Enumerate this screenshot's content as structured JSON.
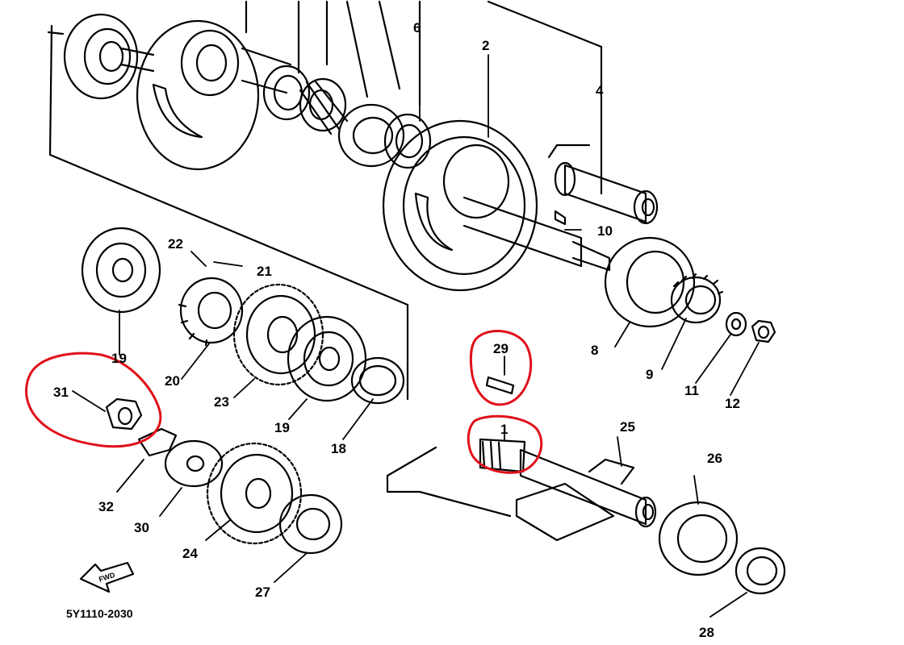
{
  "diagram": {
    "code": "5Y1110-2030",
    "fwd_label": "FWD",
    "labels": [
      "1",
      "2",
      "4",
      "6",
      "8",
      "9",
      "10",
      "11",
      "12",
      "18",
      "19",
      "19",
      "20",
      "21",
      "22",
      "23",
      "24",
      "25",
      "26",
      "27",
      "28",
      "29",
      "30",
      "31",
      "32"
    ],
    "highlighted": [
      "31",
      "29",
      "1"
    ],
    "colors": {
      "ink": "#000000",
      "highlight": "#e0101a",
      "background": "#ffffff"
    }
  }
}
